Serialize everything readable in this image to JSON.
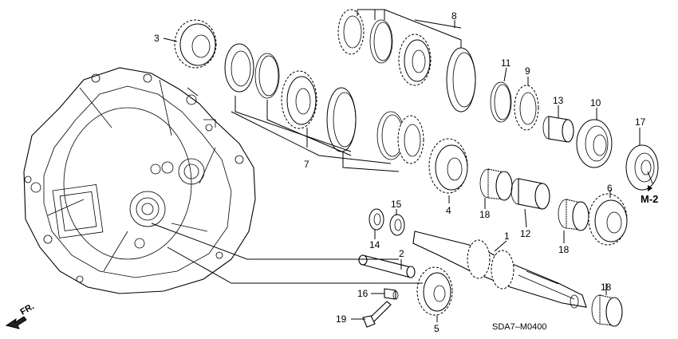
{
  "diagram": {
    "drawing_code": "SDA7–M0400",
    "front_marker": "FR.",
    "reference_label": "M-2",
    "callouts": [
      "1",
      "2",
      "3",
      "4",
      "5",
      "6",
      "7",
      "8",
      "9",
      "10",
      "11",
      "12",
      "13",
      "14",
      "15",
      "16",
      "17",
      "18",
      "18",
      "18",
      "19"
    ]
  }
}
